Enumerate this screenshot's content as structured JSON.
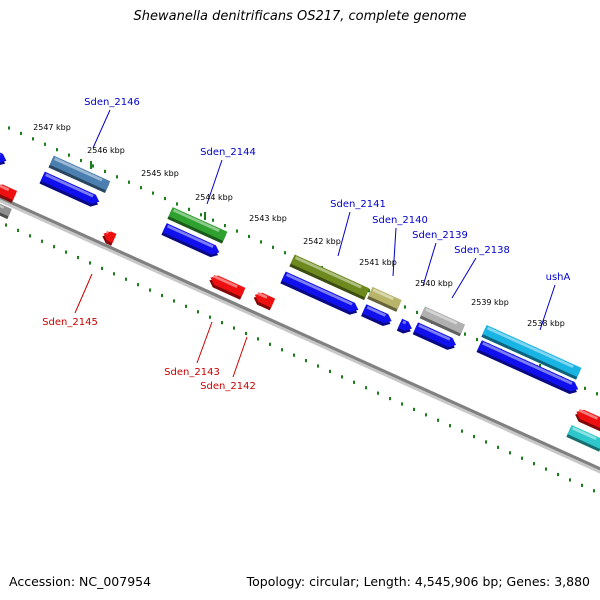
{
  "title": "Shewanella denitrificans OS217, complete genome",
  "accession": "Accession: NC_007954",
  "topology": "Topology: circular; Length: 4,545,906 bp; Genes: 3,880",
  "colors": {
    "forward_label": "#0000cc",
    "reverse_label": "#cc0000",
    "tick": "#1a7f1a",
    "backbone": "#808080",
    "cds_forward": "#1010ee",
    "cds_reverse": "#ee1010"
  },
  "kbp_labels": [
    "2547 kbp",
    "2546 kbp",
    "2545 kbp",
    "2544 kbp",
    "2543 kbp",
    "2542 kbp",
    "2541 kbp",
    "2540 kbp",
    "2539 kbp",
    "2538 kbp"
  ],
  "forward_genes": [
    {
      "name": "Sden_2146",
      "color": "#4a7fb0"
    },
    {
      "name": "Sden_2144",
      "color": "#2fa12f"
    },
    {
      "name": "Sden_2141",
      "color": "#6e8a1e"
    },
    {
      "name": "Sden_2140",
      "color": "#b8b46a"
    },
    {
      "name": "Sden_2139",
      "color": "#b0b0b0"
    },
    {
      "name": "Sden_2138",
      "color": "#18b4e4"
    },
    {
      "name": "ushA",
      "color": "#18b4e4"
    }
  ],
  "reverse_genes": [
    {
      "name": "Sden_2145"
    },
    {
      "name": "Sden_2143"
    },
    {
      "name": "Sden_2142"
    }
  ]
}
